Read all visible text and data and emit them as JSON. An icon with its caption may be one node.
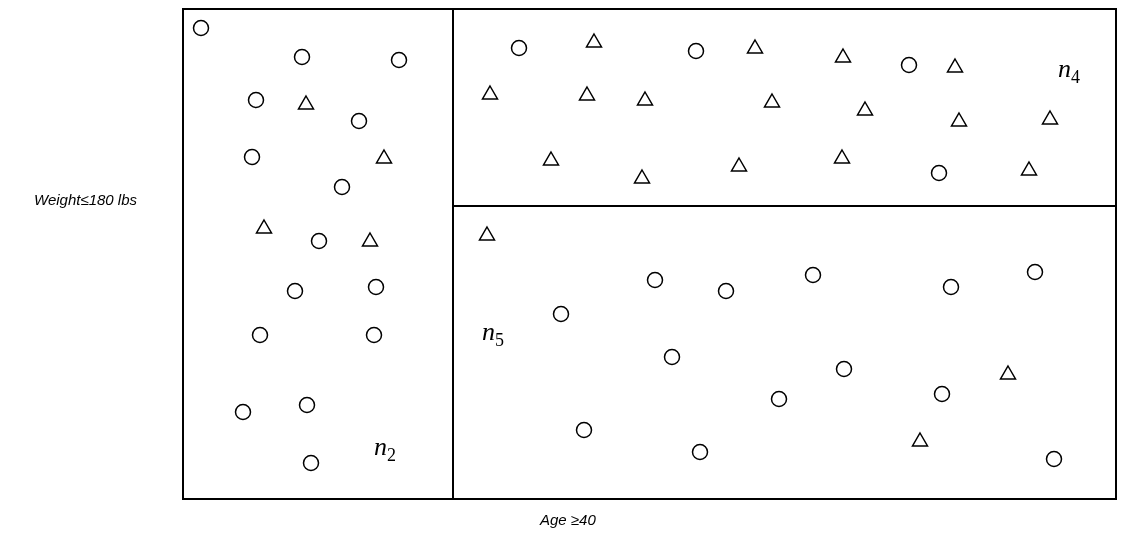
{
  "diagram": {
    "nodes": [
      {
        "text": [
          "*n*$_{2}$"
        ]
      },
      {
        "text": [
          "*n*$_{4}$"
        ]
      },
      {
        "text": [
          "*n*$_{5}$"
        ]
      }
    ],
    "labels": [
      "Weight≤180 lbs",
      "Age ≥40"
    ]
  }
}
